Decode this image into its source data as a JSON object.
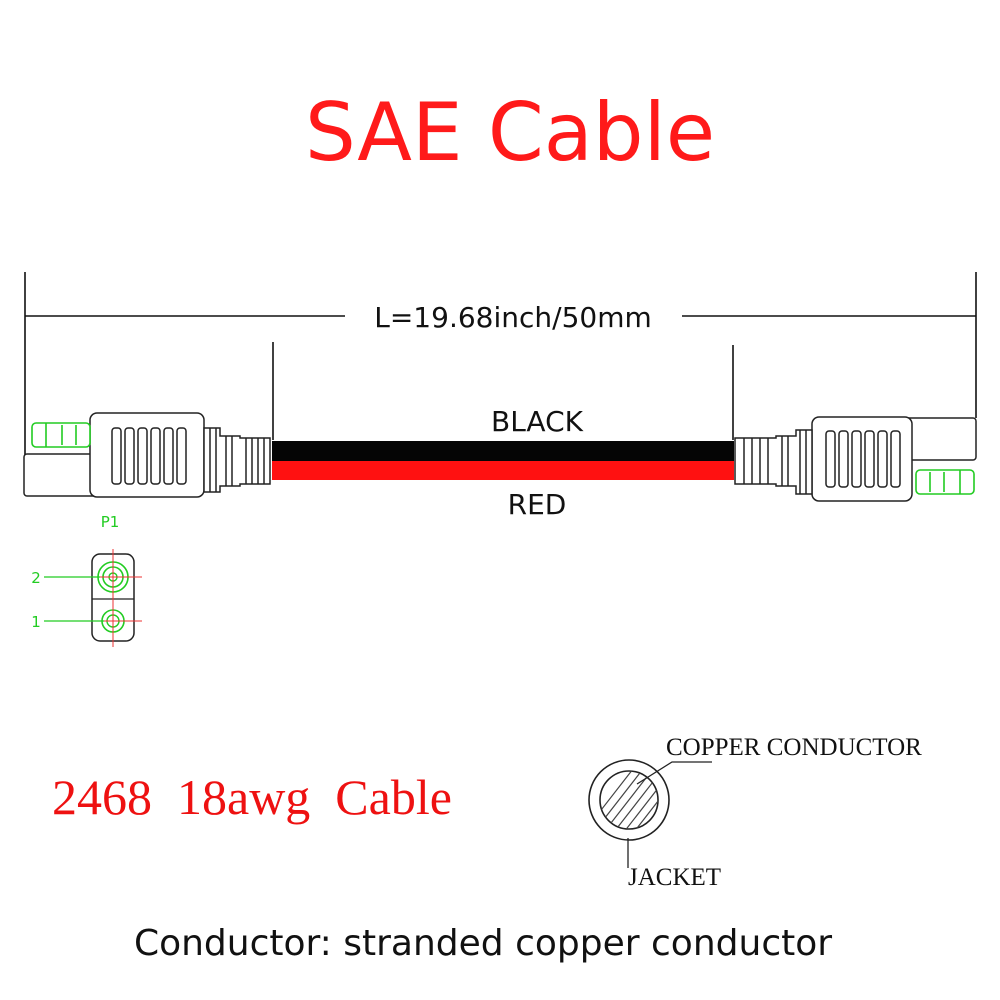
{
  "title": "SAE Cable",
  "length_label": "L=19.68inch/50mm",
  "wire_top_label": "BLACK",
  "wire_bottom_label": "RED",
  "pin_diagram": {
    "connector_label": "P1",
    "pin_2_label": "2",
    "pin_1_label": "1"
  },
  "cable_spec": "2468  18awg  Cable",
  "cross_section": {
    "conductor_label": "COPPER CONDUCTOR",
    "jacket_label": "JACKET"
  },
  "footer": "Conductor: stranded copper conductor",
  "colors": {
    "title": "#ff1a1a",
    "spec": "#ee1111",
    "black_wire": "#050505",
    "red_wire": "#ff1111",
    "pin_green": "#22cc22",
    "crosshair_red": "#ee3333",
    "text": "#111111"
  }
}
